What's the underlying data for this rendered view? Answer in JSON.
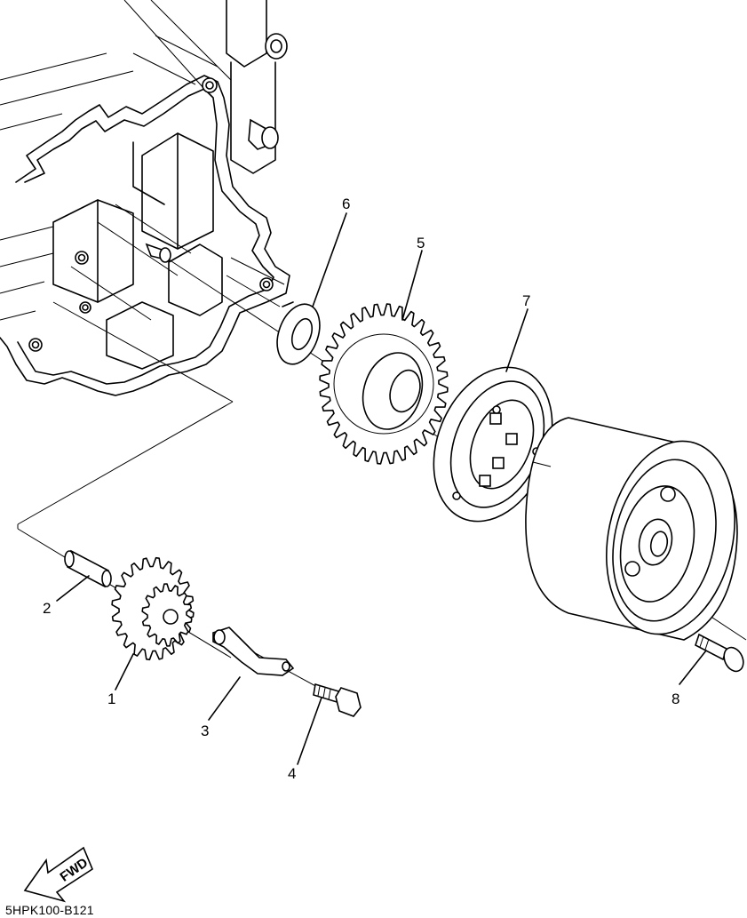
{
  "callouts": [
    {
      "id": "1",
      "label": "1"
    },
    {
      "id": "2",
      "label": "2"
    },
    {
      "id": "3",
      "label": "3"
    },
    {
      "id": "4",
      "label": "4"
    },
    {
      "id": "5",
      "label": "5"
    },
    {
      "id": "6",
      "label": "6"
    },
    {
      "id": "7",
      "label": "7"
    },
    {
      "id": "8",
      "label": "8"
    }
  ],
  "fwd_label": "FWD",
  "diagram_code": "5HPK100-B121"
}
